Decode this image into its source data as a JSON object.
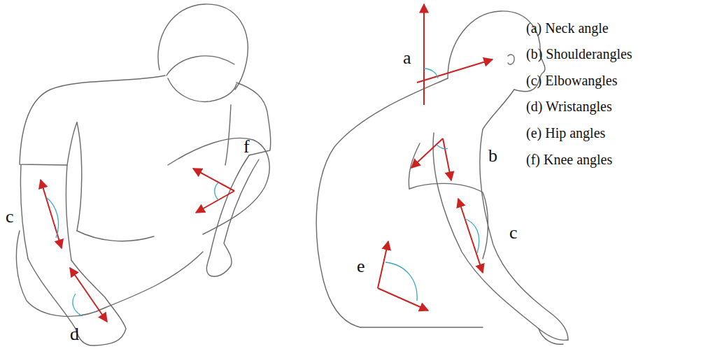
{
  "diagram": {
    "labels": [
      "c",
      "d",
      "f",
      "a",
      "b",
      "e",
      "c",
      "(a) Neck angle",
      "(b) Shoulderangles",
      "(c) Elbowangles",
      "(d) Wristangles",
      "(e) Hip angles",
      "(f) Knee angles"
    ]
  }
}
